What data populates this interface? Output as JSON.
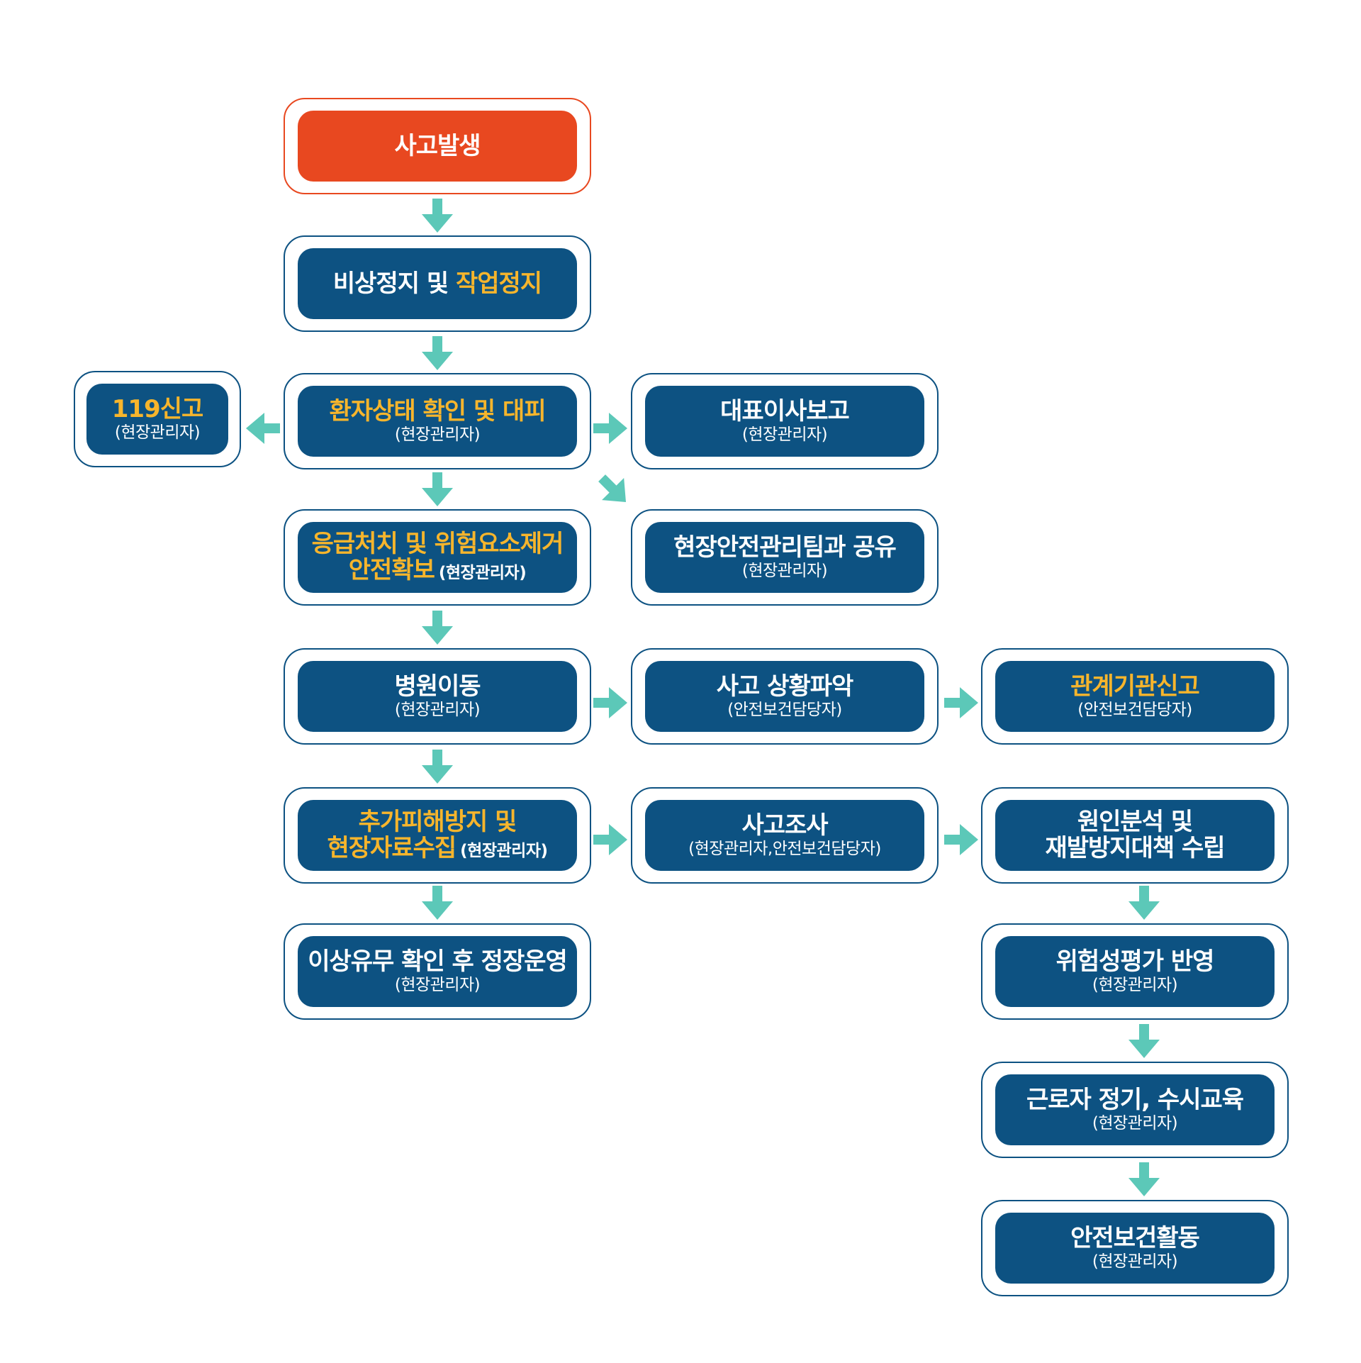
{
  "colors": {
    "primary": "#0d5282",
    "start": "#e84820",
    "highlight": "#f7b52c",
    "arrow": "#5cc8b8"
  },
  "nodes": {
    "accident": {
      "title": "사고발생"
    },
    "emergency_stop": {
      "title_a": "비상정지 및 ",
      "title_b": "작업정지"
    },
    "report_119": {
      "title": "119신고",
      "sub": "(현장관리자)"
    },
    "patient_check": {
      "title": "환자상태 확인 및 대피",
      "sub": "(현장관리자)"
    },
    "ceo_report": {
      "title": "대표이사보고",
      "sub": "(현장관리자)"
    },
    "first_aid": {
      "title_1": "응급처치 및 위험요소제거",
      "title_2": "안전확보",
      "sub": "(현장관리자)"
    },
    "team_share": {
      "title": "현장안전관리팀과 공유",
      "sub": "(현장관리자)"
    },
    "hospital": {
      "title": "병원이동",
      "sub": "(현장관리자)"
    },
    "situation": {
      "title": "사고 상황파악",
      "sub": "(안전보건담당자)"
    },
    "agency_report": {
      "title": "관계기관신고",
      "sub": "(안전보건담당자)"
    },
    "prevent_damage": {
      "title_1": "추가피해방지 및",
      "title_2": "현장자료수집",
      "sub": "(현장관리자)"
    },
    "investigation": {
      "title": "사고조사",
      "sub": "(현장관리자,안전보건담당자)"
    },
    "cause_analysis": {
      "title_1": "원인분석 및",
      "title_2": "재발방지대책 수립"
    },
    "normal_operation": {
      "title": "이상유무 확인 후 정장운영",
      "sub": "(현장관리자)"
    },
    "risk_assessment": {
      "title": "위험성평가 반영",
      "sub": "(현장관리자)"
    },
    "worker_education": {
      "title": "근로자 정기, 수시교육",
      "sub": "(현장관리자)"
    },
    "safety_activity": {
      "title": "안전보건활동",
      "sub": "(현장관리자)"
    }
  }
}
